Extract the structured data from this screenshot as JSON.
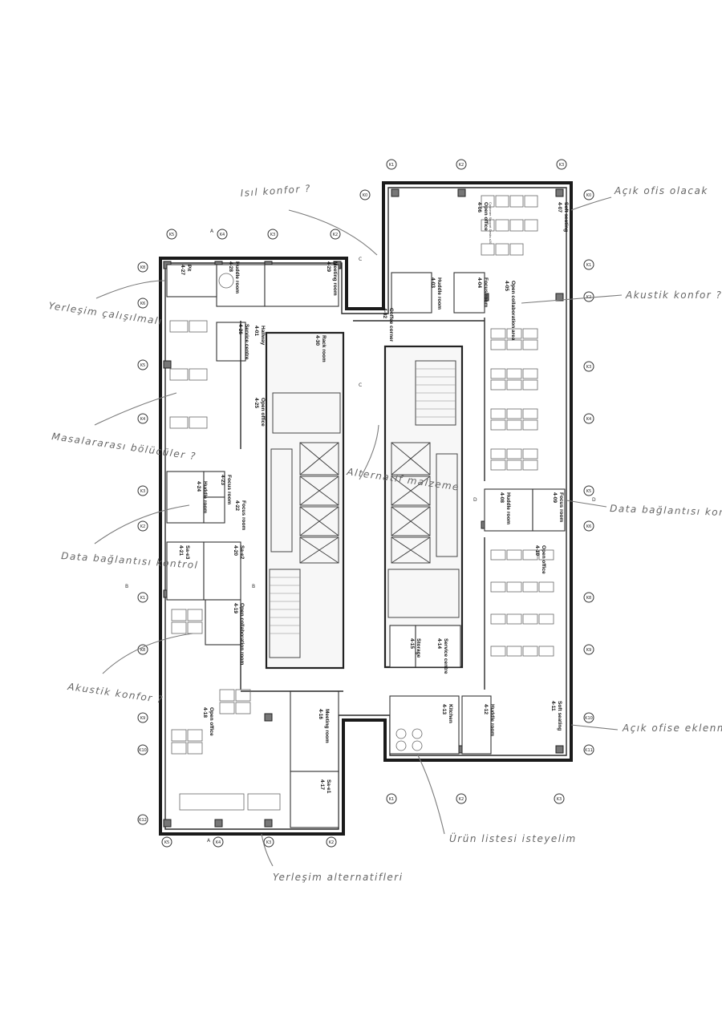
{
  "rooms": [
    {
      "id": "4-27",
      "name": "Pit",
      "sub": ""
    },
    {
      "id": "4-28",
      "name": "Huddle room",
      "sub": ""
    },
    {
      "id": "4-29",
      "name": "Meeting room",
      "sub": ""
    },
    {
      "id": "4-02",
      "name": "Coffee corner",
      "sub": ""
    },
    {
      "id": "4-03",
      "name": "Huddle room",
      "sub": ""
    },
    {
      "id": "4-04",
      "name": "Focus room",
      "sub": ""
    },
    {
      "id": "4-05",
      "name": "Open collaboration area",
      "sub": ""
    },
    {
      "id": "4-06",
      "name": "Open office",
      "sub": "Customer Support Desks x20"
    },
    {
      "id": "4-07",
      "name": "Soft seating",
      "sub": ""
    },
    {
      "id": "4-26",
      "name": "Service centre",
      "sub": ""
    },
    {
      "id": "4-01",
      "name": "Hallway",
      "sub": ""
    },
    {
      "id": "4-30",
      "name": "Rack room",
      "sub": ""
    },
    {
      "id": "4-25",
      "name": "Open office",
      "sub": ""
    },
    {
      "id": "4-24",
      "name": "Huddle room",
      "sub": ""
    },
    {
      "id": "4-23",
      "name": "Focus room",
      "sub": ""
    },
    {
      "id": "4-22",
      "name": "Focus room",
      "sub": ""
    },
    {
      "id": "4-21",
      "name": "Sa-e3",
      "sub": ""
    },
    {
      "id": "4-20",
      "name": "Sa-e2",
      "sub": ""
    },
    {
      "id": "4-19",
      "name": "Open collaboration room",
      "sub": ""
    },
    {
      "id": "4-18",
      "name": "Open office",
      "sub": ""
    },
    {
      "id": "4-16",
      "name": "Meeting room",
      "sub": ""
    },
    {
      "id": "4-17",
      "name": "Sa-e1",
      "sub": ""
    },
    {
      "id": "4-15",
      "name": "Storage",
      "sub": ""
    },
    {
      "id": "4-14",
      "name": "Service centre",
      "sub": ""
    },
    {
      "id": "4-13",
      "name": "Kitchen",
      "sub": ""
    },
    {
      "id": "4-12",
      "name": "Huddle room",
      "sub": ""
    },
    {
      "id": "4-11",
      "name": "Soft seating",
      "sub": ""
    },
    {
      "id": "4-10",
      "name": "Open office",
      "sub": ""
    },
    {
      "id": "4-09",
      "name": "Focus room",
      "sub": ""
    },
    {
      "id": "4-08",
      "name": "Huddle room",
      "sub": ""
    }
  ],
  "annotations": [
    {
      "text": "Isıl konfor ?"
    },
    {
      "text": "Açık ofis olacak"
    },
    {
      "text": "Akustik konfor ?"
    },
    {
      "text": "Yerleşim çalışılmalı"
    },
    {
      "text": "Masalararası bölücüler ?"
    },
    {
      "text": "Data bağlantısı kontrol"
    },
    {
      "text": "Data bağlantısı kontrolü"
    },
    {
      "text": "Akustik konfor ?"
    },
    {
      "text": "Alternatif malzeme"
    },
    {
      "text": "Açık ofise eklenmeli."
    },
    {
      "text": "Ürün listesi isteyelim"
    },
    {
      "text": "Yerleşim alternatifleri"
    }
  ],
  "section_marks": {
    "a": "A",
    "b": "B",
    "c": "C",
    "d": "D"
  }
}
